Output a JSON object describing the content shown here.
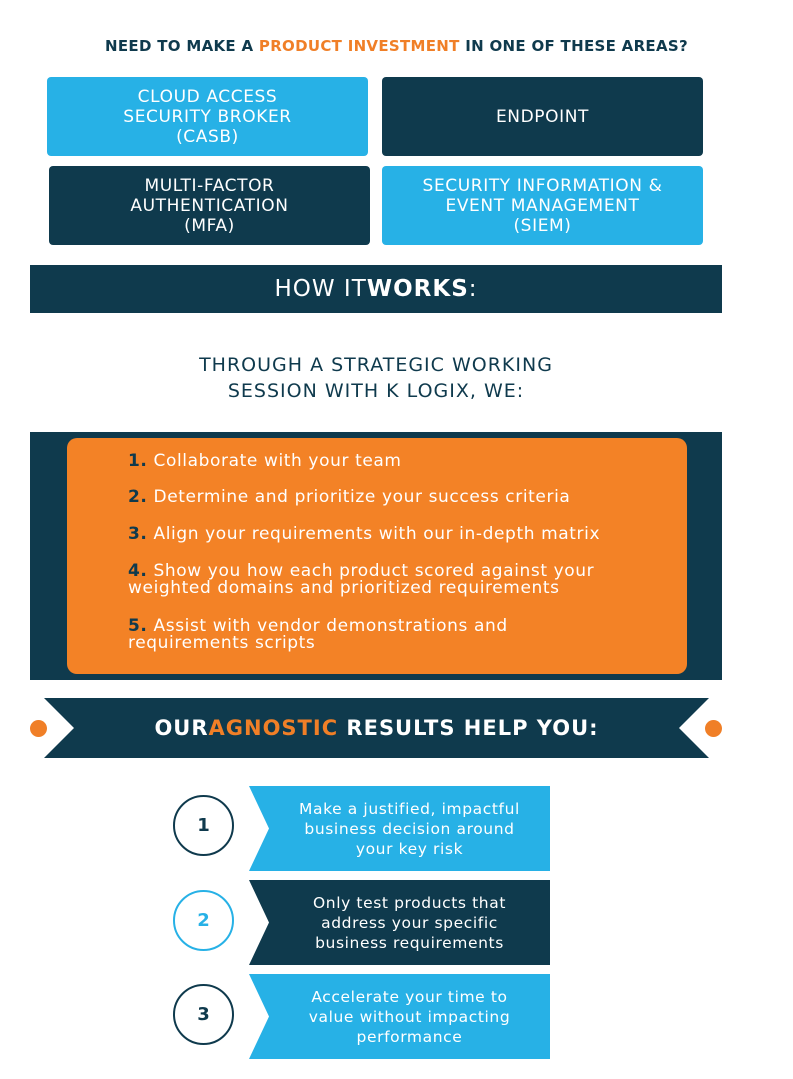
{
  "headline": {
    "before": "NEED TO MAKE A ",
    "highlight": "PRODUCT INVESTMENT",
    "after": " IN ONE OF THESE AREAS?"
  },
  "areas": [
    {
      "label": "CLOUD ACCESS\nSECURITY BROKER\n(CASB)",
      "style": "light"
    },
    {
      "label": "ENDPOINT",
      "style": "dark"
    },
    {
      "label": "MULTI-FACTOR\nAUTHENTICATION\n(MFA)",
      "style": "dark"
    },
    {
      "label": "SECURITY INFORMATION &\nEVENT MANAGEMENT\n(SIEM)",
      "style": "light"
    }
  ],
  "how_it_works": {
    "before": "HOW IT ",
    "bold": "WORKS",
    "after": ":"
  },
  "intro": "THROUGH A STRATEGIC WORKING\nSESSION WITH K LOGIX, WE:",
  "steps": [
    {
      "num": "1.",
      "text": " Collaborate with your team"
    },
    {
      "num": "2.",
      "text": " Determine and prioritize your success criteria"
    },
    {
      "num": "3.",
      "text": " Align your requirements with our in-depth matrix"
    },
    {
      "num": "4.",
      "text": " Show you how each product scored against your\nweighted domains and prioritized requirements"
    },
    {
      "num": "5.",
      "text": " Assist with vendor demonstrations and\nrequirements scripts"
    }
  ],
  "results_banner": {
    "before": "OUR ",
    "highlight": "AGNOSTIC",
    "after": " RESULTS HELP YOU:"
  },
  "benefits": [
    {
      "number": "1",
      "text": "Make a justified, impactful\nbusiness decision around\nyour key risk",
      "style": "light"
    },
    {
      "number": "2",
      "text": "Only test products that\naddress your specific\nbusiness requirements",
      "style": "dark"
    },
    {
      "number": "3",
      "text": "Accelerate your time to\nvalue without impacting\nperformance",
      "style": "light"
    }
  ],
  "colors": {
    "navy": "#0f3a4d",
    "sky": "#27b1e6",
    "orange": "#f38226"
  }
}
